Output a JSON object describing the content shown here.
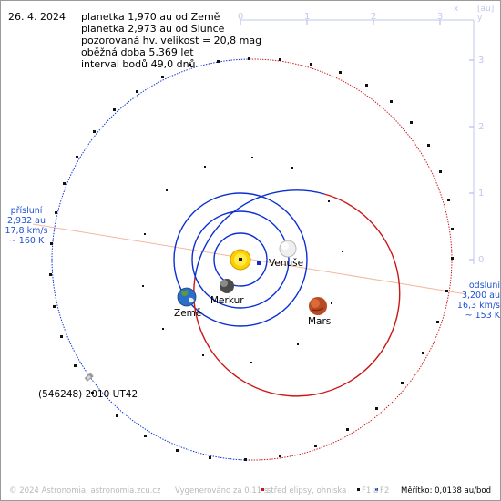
{
  "header": {
    "date": "26. 4. 2024",
    "lines": [
      "planetka 1,970 au od Země",
      "planetka 2,973 au od Slunce",
      "pozorovaná hv. velikost = 20,8 mag",
      "oběžná doba 5,369 let",
      "interval bodů 49,0 dnů"
    ]
  },
  "axes": {
    "x_ticks": [
      "0",
      "1",
      "2",
      "3"
    ],
    "y_ticks": [
      "3",
      "2",
      "1",
      "0"
    ],
    "x_label": "x",
    "y_label": "y",
    "unit": "[au]"
  },
  "perihelion": {
    "title": "přísluní",
    "distance": "2,932 au",
    "speed": "17,8 km/s",
    "temp": "~ 160 K"
  },
  "aphelion": {
    "title": "odsluní",
    "distance": "3,200 au",
    "speed": "16,3 km/s",
    "temp": "~ 153 K"
  },
  "labels": {
    "venus": "Venuše",
    "mercury": "Merkur",
    "earth": "Země",
    "mars": "Mars",
    "asteroid": "(546248) 2010 UT42"
  },
  "footer": {
    "copyright": "© 2024 Astronomia, astronomia.zcu.cz",
    "generated": "Vygenerováno za 0,11 s",
    "legend_center": "střed elipsy, ohniska",
    "legend_f1": "F1 a",
    "legend_f2": "F2",
    "scale": "Měřítko: 0,0138 au/bod"
  },
  "colors": {
    "orbit_blue": "#0b2fd3",
    "orbit_red": "#cc1616",
    "axis": "#6b78e6",
    "apsis_line": "#f0b59d",
    "label_blue": "#1c52d6"
  }
}
